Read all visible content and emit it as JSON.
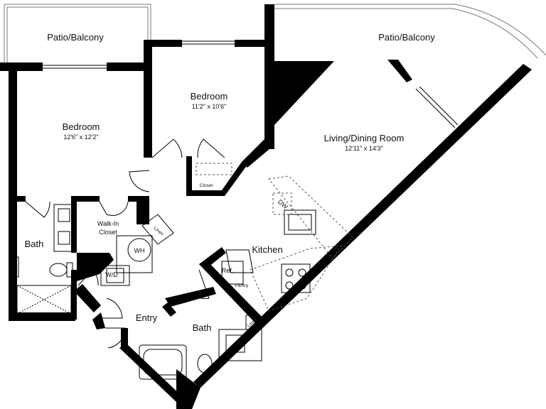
{
  "rooms": {
    "patio_left": {
      "name": "Patio/Balcony"
    },
    "patio_right": {
      "name": "Patio/Balcony"
    },
    "bedroom_left": {
      "name": "Bedroom",
      "size": "12'6\" x 12'2\""
    },
    "bedroom_top": {
      "name": "Bedroom",
      "size": "11'2\" x 10'6\""
    },
    "living": {
      "name": "Living/Dining Room",
      "size": "12'11\" x 14'3\""
    },
    "kitchen": {
      "name": "Kitchen"
    },
    "bath_left": {
      "name": "Bath"
    },
    "bath_bottom": {
      "name": "Bath"
    },
    "walkin": {
      "line1": "Walk-In",
      "line2": "Closet"
    },
    "entry": {
      "name": "Entry"
    }
  },
  "fixtures": {
    "closet": "Closet",
    "linen_top": "Linen",
    "linen_bottom": "Linen",
    "wh": "WH",
    "wd": "W/D",
    "dw": "DW",
    "ref": "Ref.",
    "pantry": "Pantry"
  }
}
